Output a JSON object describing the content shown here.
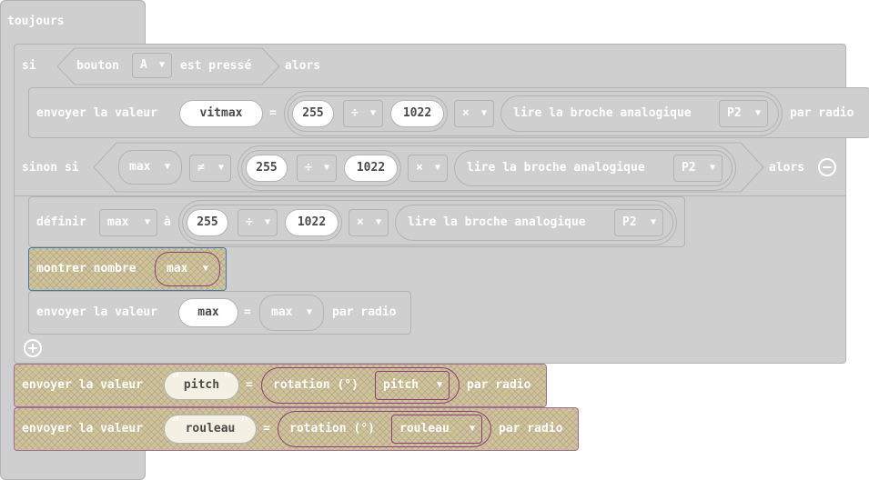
{
  "toujours": "toujours",
  "if_block": {
    "si": "si",
    "bouton": "bouton",
    "button_value": "A",
    "est_presse": "est pressé",
    "alors": "alors"
  },
  "send1": {
    "label": "envoyer la valeur",
    "name": "vitmax",
    "eq": "=",
    "num1": "255",
    "op_div": "÷",
    "num2": "1022",
    "op_mul": "×",
    "read": "lire la broche analogique",
    "pin": "P2",
    "par_radio": "par radio"
  },
  "elseif": {
    "label": "sinon si",
    "var": "max",
    "cmp": "≠",
    "num1": "255",
    "op_div": "÷",
    "num2": "1022",
    "op_mul": "×",
    "read": "lire la broche analogique",
    "pin": "P2",
    "alors": "alors"
  },
  "set_block": {
    "label": "définir",
    "var": "max",
    "a": "à",
    "num1": "255",
    "op_div": "÷",
    "num2": "1022",
    "op_mul": "×",
    "read": "lire la broche analogique",
    "pin": "P2"
  },
  "show_number": {
    "label": "montrer nombre",
    "var": "max"
  },
  "send2": {
    "label": "envoyer la valeur",
    "name": "max",
    "eq": "=",
    "var": "max",
    "par_radio": "par radio"
  },
  "send3": {
    "label": "envoyer la valeur",
    "name": "pitch",
    "eq": "=",
    "rotation": "rotation (°)",
    "axis": "pitch",
    "par_radio": "par radio"
  },
  "send4": {
    "label": "envoyer la valeur",
    "name": "rouleau",
    "eq": "=",
    "rotation": "rotation (°)",
    "axis": "rouleau",
    "par_radio": "par radio"
  },
  "colors": {
    "block_grey": "#cfcfcf",
    "block_border": "#b3b3b3",
    "purple_border": "#8e3a7b",
    "hatch_base": "#c9c98c",
    "selected_outline": "#3c78b4"
  }
}
